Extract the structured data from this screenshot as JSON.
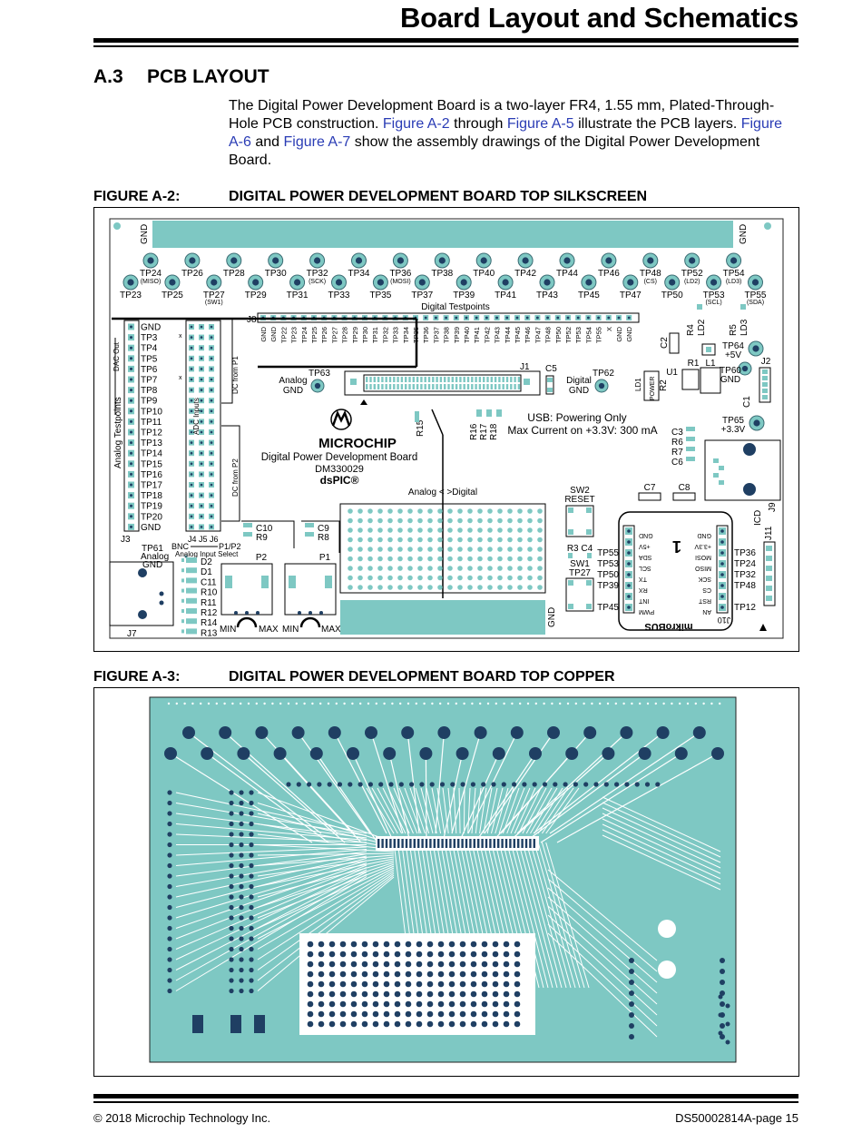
{
  "header": {
    "title": "Board Layout and Schematics"
  },
  "section": {
    "number": "A.3",
    "title": "PCB LAYOUT"
  },
  "intro": {
    "part1": "The Digital Power Development Board is a two-layer FR4, 1.55 mm, Plated-Through-Hole PCB construction. ",
    "link1": "Figure A-2",
    "part2": " through ",
    "link2": "Figure A-5",
    "part3": " illustrate the PCB layers. ",
    "link3": "Figure A-6",
    "part4": " and ",
    "link4": "Figure A-7",
    "part5": " show the assembly drawings of the Digital Power Development Board."
  },
  "figure_a2": {
    "number": "FIGURE A-2:",
    "title": "DIGITAL POWER DEVELOPMENT BOARD TOP SILKSCREEN",
    "labels": {
      "gnd": "GND",
      "tp_top": [
        "TP24",
        "TP26",
        "TP28",
        "TP30",
        "TP32",
        "TP34",
        "TP36",
        "TP38",
        "TP40",
        "TP42",
        "TP44",
        "TP46",
        "TP48",
        "TP52",
        "TP54"
      ],
      "tp_top_sub": [
        "(MISO)",
        "",
        "",
        "",
        "(SCK)",
        "",
        "(MOSI)",
        "",
        "",
        "",
        "",
        "",
        "(CS)",
        "(LD2)",
        "(LD3)"
      ],
      "tp_bottom": [
        "TP23",
        "TP25",
        "TP27",
        "TP29",
        "TP31",
        "TP33",
        "TP35",
        "TP37",
        "TP39",
        "TP41",
        "TP43",
        "TP45",
        "TP47",
        "TP50",
        "TP53",
        "TP55"
      ],
      "tp_bottom_sub": [
        "",
        "",
        "(SW1)",
        "",
        "",
        "",
        "",
        "",
        "",
        "",
        "",
        "",
        "",
        "",
        "(SCL)",
        "(SDA)"
      ],
      "digital_testpoints": "Digital Testpoints",
      "j8": "J8",
      "j8_pins": [
        "GND",
        "GND",
        "TP22",
        "TP23",
        "TP24",
        "TP25",
        "TP26",
        "TP27",
        "TP28",
        "TP29",
        "TP30",
        "TP31",
        "TP32",
        "TP33",
        "TP34",
        "TP35",
        "TP36",
        "TP37",
        "TP38",
        "TP39",
        "TP40",
        "TP41",
        "TP42",
        "TP43",
        "TP44",
        "TP45",
        "TP46",
        "TP47",
        "TP48",
        "TP50",
        "TP52",
        "TP53",
        "TP54",
        "TP55",
        "X",
        "GND",
        "GND"
      ],
      "analog_pins": [
        "GND",
        "TP3",
        "TP4",
        "TP5",
        "TP6",
        "TP7",
        "TP8",
        "TP9",
        "TP10",
        "TP11",
        "TP12",
        "TP13",
        "TP14",
        "TP15",
        "TP16",
        "TP17",
        "TP18",
        "TP19",
        "TP20",
        "GND"
      ],
      "analog_testpoints": "Analog Testpoints",
      "dac_out": "DAC Out",
      "adc_inputs": "ADC Inputs",
      "dc_from_p1": "DC from P1",
      "dc_from_p2": "DC from P2",
      "x_mark": "x",
      "j3": "J3",
      "j4j5j6": "J4 J5 J6",
      "j1": "J1",
      "j2": "J2",
      "j7": "J7",
      "tp63": "TP63",
      "analog_gnd": "Analog\nGND",
      "tp62": "TP62",
      "digital_gnd": "Digital\nGND",
      "c5": "C5",
      "r15": "R15",
      "r16": "R16",
      "r17": "R17",
      "r18": "R18",
      "microchip": "MICROCHIP",
      "board_name": "Digital Power Development Board",
      "board_code": "DM330029",
      "board_dspic": "dsPIC®",
      "usb_note": "USB: Powering Only",
      "max_current": "Max Current on +3.3V: 300 mA",
      "analog_digital": "Analog < >Digital",
      "c2": "C2",
      "r4": "R4",
      "ld2": "LD2",
      "r5": "R5",
      "ld3": "LD3",
      "tp64": "TP64",
      "plus5v": "+5V",
      "r1": "R1",
      "l1": "L1",
      "u1": "U1",
      "r2": "R2",
      "power": "POWER",
      "ld1": "LD1",
      "tp60": "TP60",
      "c1": "C1",
      "c3": "C3",
      "r6": "R6",
      "r7": "R7",
      "c6": "C6",
      "tp65": "TP65",
      "plus3v3": "+3.3V",
      "c10": "C10",
      "r9": "R9",
      "c9": "C9",
      "r8": "R8",
      "bnc": "BNC",
      "p1p2": "P1/P2",
      "tp61": "TP61",
      "analog_input_select": "Analog Input Select",
      "d2": "D2",
      "d1": "D1",
      "c11": "C11",
      "r10": "R10",
      "r11": "R11",
      "r12": "R12",
      "r14": "R14",
      "r13": "R13",
      "p2": "P2",
      "p1": "P1",
      "min": "MIN",
      "max": "MAX",
      "sw2": "SW2",
      "reset": "RESET",
      "sw1": "SW1",
      "tp27": "TP27",
      "r3c4": "R3 C4",
      "c7": "C7",
      "c8": "C8",
      "mikro_left_tps": [
        "TP55",
        "TP53",
        "TP50",
        "TP39",
        "TP45"
      ],
      "mikro_left_sigs": [
        "GND",
        "+5V",
        "SDA",
        "SCL",
        "TX",
        "RX",
        "INT",
        "PWM"
      ],
      "mikro_right_sigs": [
        "GND",
        "+3.3V",
        "MOSI",
        "MISO",
        "SCK",
        "CS",
        "RST",
        "AN"
      ],
      "mikro_right_tps": [
        "TP36",
        "TP24",
        "TP32",
        "TP48",
        "TP12"
      ],
      "mikrobus": "mikroBUS",
      "mikro_one": "1",
      "j10": "J10",
      "icd": "ICD",
      "j11": "J11",
      "j9": "J9"
    }
  },
  "figure_a3": {
    "number": "FIGURE A-3:",
    "title": "DIGITAL POWER DEVELOPMENT BOARD TOP COPPER"
  },
  "footer": {
    "left": "© 2018 Microchip Technology Inc.",
    "right": "DS50002814A-page 15"
  },
  "colors": {
    "board_teal": "#7ec8c3",
    "pad_dark": "#1f3f63",
    "link_blue": "#2a3cb5"
  }
}
